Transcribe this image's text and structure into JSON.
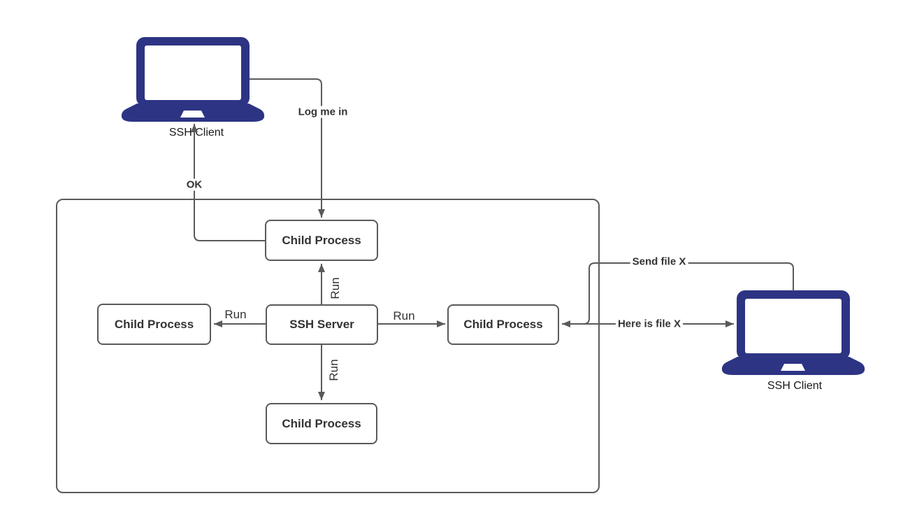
{
  "diagram": {
    "colors": {
      "line": "#5a5a5a",
      "box_border": "#5a5a5a",
      "box_fill": "#ffffff",
      "text": "#333333",
      "laptop_fill": "#2d3484",
      "background": "#ffffff"
    },
    "nodes": {
      "ssh_server": {
        "label": "SSH Server"
      },
      "child_top": {
        "label": "Child Process"
      },
      "child_left": {
        "label": "Child Process"
      },
      "child_right": {
        "label": "Child Process"
      },
      "child_bottom": {
        "label": "Child Process"
      },
      "client_top_left": {
        "label": "SSH Client"
      },
      "client_right": {
        "label": "SSH Client"
      }
    },
    "edge_labels": {
      "log_me_in": "Log me in",
      "ok": "OK",
      "run_up": "Run",
      "run_left": "Run",
      "run_right": "Run",
      "run_down": "Run",
      "send_file": "Send file X",
      "here_is_file": "Here is file X"
    }
  }
}
